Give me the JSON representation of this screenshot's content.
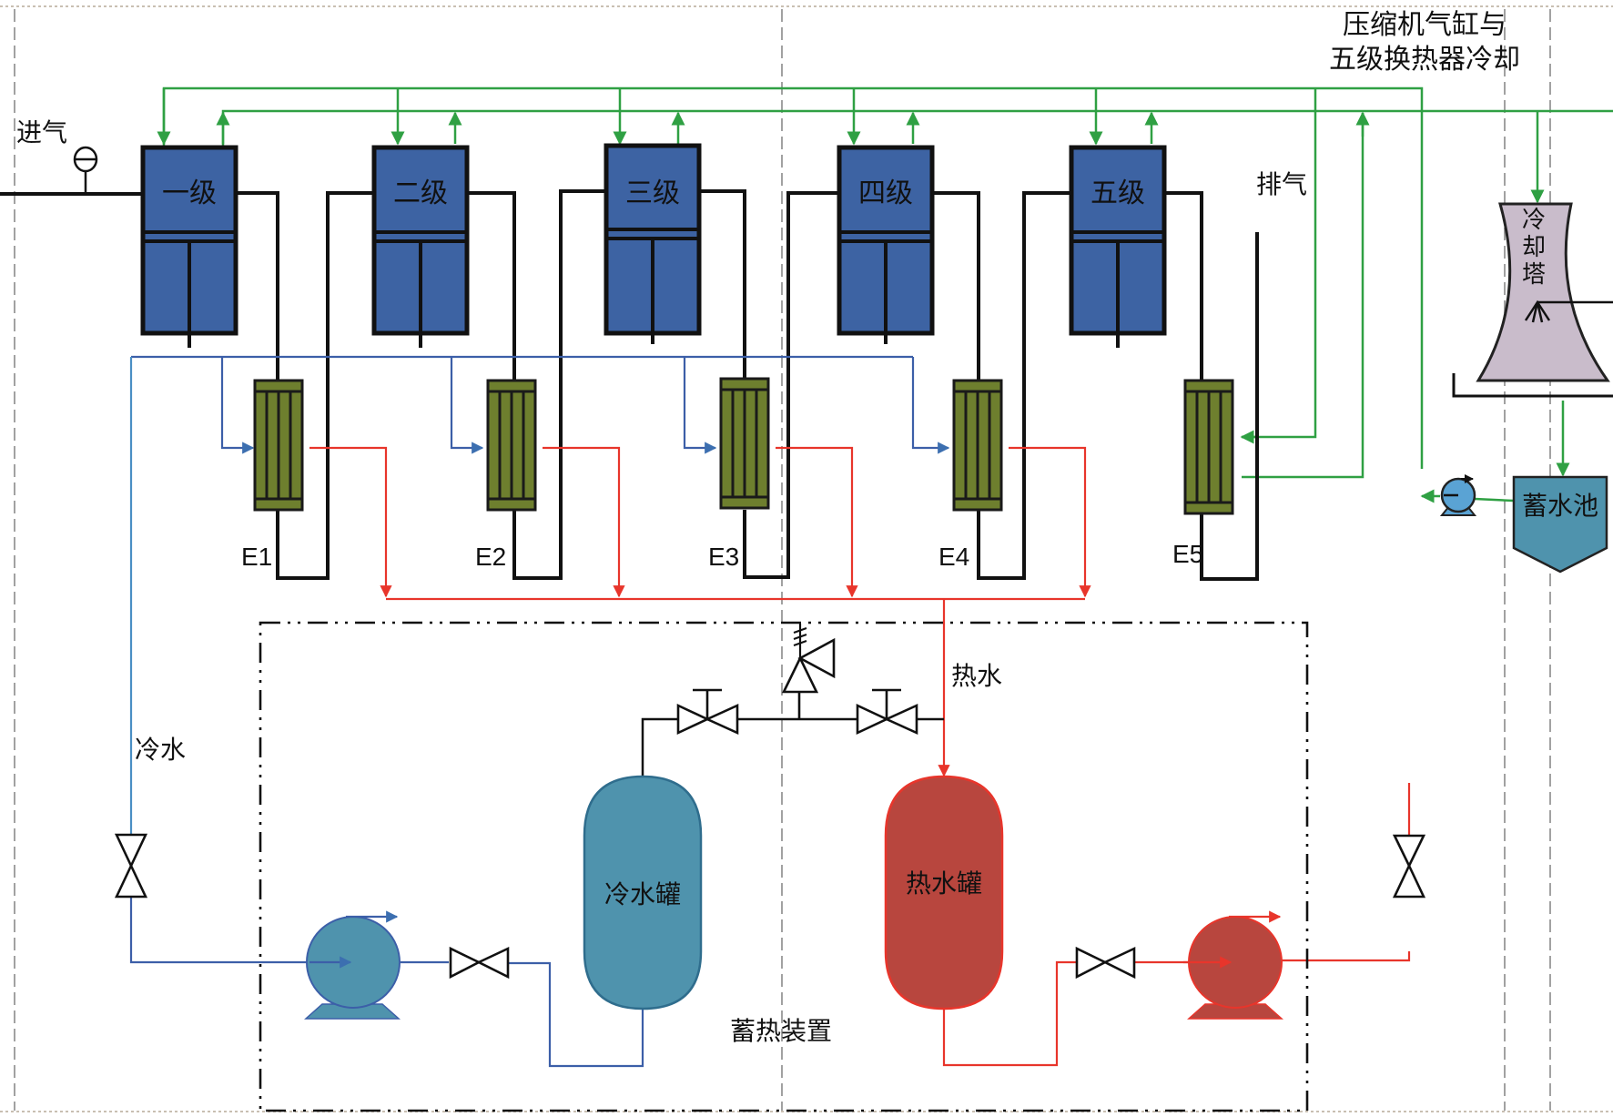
{
  "title_label": {
    "line1": "压缩机气缸与",
    "line2": "五级换热器冷却"
  },
  "labels": {
    "inlet": "进气",
    "exhaust": "排气",
    "cold_water": "冷水",
    "hot_water": "热水",
    "storage_device": "蓄热装置"
  },
  "compressor_stages": [
    {
      "id": "stage-1",
      "label": "一级"
    },
    {
      "id": "stage-2",
      "label": "二级"
    },
    {
      "id": "stage-3",
      "label": "三级"
    },
    {
      "id": "stage-4",
      "label": "四级"
    },
    {
      "id": "stage-5",
      "label": "五级"
    }
  ],
  "heat_exchangers": [
    {
      "id": "E1",
      "label": "E1"
    },
    {
      "id": "E2",
      "label": "E2"
    },
    {
      "id": "E3",
      "label": "E3"
    },
    {
      "id": "E4",
      "label": "E4"
    },
    {
      "id": "E5",
      "label": "E5"
    }
  ],
  "equipment": {
    "cooling_tower": [
      "冷",
      "却",
      "塔"
    ],
    "water_pool": "蓄水池",
    "cold_tank": "冷水罐",
    "hot_tank": "热水罐"
  },
  "colors": {
    "cylinder": "#3d63a3",
    "heat_exchanger": "#6e7f2e",
    "cooling_water_line": "#2fa043",
    "cold_water_line": "#3c5fa8",
    "hot_water_line": "#e8352b",
    "cold_tank": "#4f93ad",
    "hot_tank": "#b8463e",
    "cooling_tower": "#c9bccb",
    "water_pool": "#4f93ad"
  }
}
